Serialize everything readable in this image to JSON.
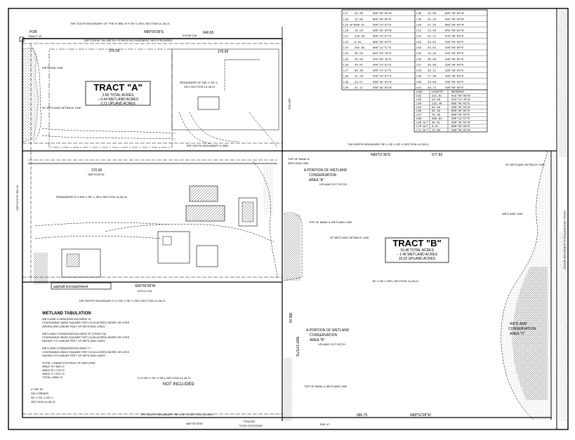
{
  "survey": {
    "tract_a": {
      "title": "TRACT \"A\"",
      "total": "2.65 TOTAL ACRES",
      "wetland": "– 0.44 WETLAND ACRES",
      "upland": "2.21 UPLAND ACRES"
    },
    "tract_b": {
      "title": "TRACT \"B\"",
      "total": "16.48 TOTAL ACRES",
      "wetland": "– 1.46 WETLAND ACRES",
      "upland": "15.02 UPLAND ACRES"
    },
    "labels": {
      "pob": "POB",
      "pob_sub": "TRACT \"A\"",
      "south_boundary_top": "THE SOUTH BOUNDARY OF THE N 396L M ½ SE ¼ SE¼ SECTION 14-28-21",
      "bearing_top": "N89°55'35\"E",
      "dist_top": "646.65",
      "dist_top_oa": "676.65 O/A",
      "dirt_drive": "DIRT DRIVE ON USE BY OTHERS NO EASEMENT INFO PROVIDED",
      "dist_370_top": "370.00",
      "dist_276": "276.65",
      "remainder_nw": "REMAINDER OF NW ¼ SE ¼",
      "remainder_nw2": "SE¼ SECTION 14-28-21",
      "north_boundary_b": "THE NORTH BOUNDARY SE ¼ SE ¼ SE ¼ SECTION 14-28-21",
      "bearing_b": "N89°51'36\"E",
      "dist_b": "677.82",
      "wetland_ca_a_1": "A PORTION OF WETLAND",
      "wetland_ca_a_2": "CONSERVATION",
      "wetland_ca_a_3": "AREA \"A\"",
      "upland_cut_a": "UPLAND CUT DITCH",
      "remainder_sw": "REMAINDER N ½ SW ¼ SE ¼ SE¼ SECTION 14-28-21",
      "dist_370_mid": "370.00",
      "bearing_mid": "S89°51'39\"W",
      "bearing_low": "S89°59'38\"W",
      "dist_low": "676.21 O/A",
      "asphalt_enc": "asphalt encroachment",
      "north_boundary_s": "THE NORTH BOUNDARY S ½ SW ¼ SE ¼ SE¼ SECTION 14-28-21",
      "section_se": "SE ¼ SE ¼ SE¼ SECTION 14-28-21",
      "wetland_ca_b_1": "A PORTION OF WETLAND",
      "wetland_ca_b_2": "CONSERVATION",
      "wetland_ca_b_3": "AREA \"B\"",
      "upland_cut_b": "UPLAND CUT DITCH",
      "s_half": "S ½ SW ¼ SE ¼ SE¼ SECTION 14-28-21",
      "not_included": "NOT INCLUDED",
      "south_boundary_bot": "THE SOUTH BOUNDARY SE ¼ SE ¼ SECTION 14-28-21",
      "bearing_bot": "N89°52'28\"W",
      "dist_bot": "680.75",
      "fenced": "FENCED",
      "cow_crossing": "\"COW CROSSING\"",
      "dist_1381": "1381.47",
      "bearing_bot2": "N89°52'28\"W",
      "sw_corner_1": "4\" 5/8\" IR",
      "sw_corner_2": "SW CORNER",
      "sw_corner_3": "SE ¼ SE ¼ SE ¼",
      "sw_corner_4": "SECTION 14-28-21",
      "wetland_ca_c_1": "WETLAND",
      "wetland_ca_c_2": "CONSERVATION",
      "wetland_ca_c_3": "AREA \"C\"",
      "top_bank_a": "TOP OF BANK &",
      "top_bank_a2": "WETLAND LINE",
      "setback_a": "30' WETLAND SETBACK LINE",
      "wetland_line_a": "WETLAND LINE",
      "dist_388": "388.00",
      "dist_659": "659.41",
      "bearing_east": "N00°54'E",
      "bearing_ctr": "N00°14'57\"E"
    },
    "wetland_tab": {
      "title": "WETLAND TABULATION",
      "lines": [
        "WETLAND CONSERVATION AREA \"A\"",
        "CONTAINING 18806 SQUARE FEET (0.44 ACRES) MORE OR LESS",
        "HAVING 850 LINEAR FEET OF WETLAND LINES",
        "",
        "WETLAND CONSERVATION AREA \"B\" (TRACT B)",
        "CONTAINING 38992 SQUARE FEET (0.85 ACRES) MORE OR LESS",
        "HAVING 770 LINEAR FEET OF WETLAND LINES",
        "",
        "WETLAND CONSERVATION AREA \"C\"",
        "CONTAINING 26610 SQUARE FEET (0.61 ACRES) MORE OR LESS",
        "HAVING 970 LINEAR FEET OF WETLAND LINES",
        "",
        "TOTAL LINEAR FOOTAGE OF WETLAND",
        "AREA \"A\"=850 LF",
        "AREA \"B\"=770 LF",
        "AREA \"C\"=970 LF",
        "TOTAL=2590 LF"
      ]
    },
    "table1": {
      "rows": [
        [
          "L17",
          "62.00",
          "N90°00'00\"W",
          "L48",
          "42.69",
          "N40°30'00\"W"
        ],
        [
          "L18",
          "12.85",
          "N00°30'00\"E",
          "L49",
          "41.16",
          "N32°00'00\"W"
        ],
        [
          "L19 W/T",
          "280.61",
          "S00°14'57\"E",
          "L50",
          "27.33",
          "N62°00'00\"W"
        ],
        [
          "L20",
          "19.53",
          "S89°45'03\"W",
          "L51",
          "12.03",
          "N45°00'00\"W"
        ],
        [
          "L21",
          "218.20",
          "S00°14'57\"E",
          "L52",
          "22.11",
          "S76°30'00\"E"
        ],
        [
          "L22",
          "8.01",
          "N89°45'03\"E",
          "L53",
          "33.62",
          "S40°00'00\"E"
        ],
        [
          "L23",
          "202.62",
          "N00°14'57\"E",
          "L54",
          "23.52",
          "S30°00'00\"E"
        ],
        [
          "L24",
          "30.04",
          "N44°53'18\"E",
          "L55",
          "13.18",
          "S45°00'00\"E"
        ],
        [
          "L25",
          "45.03",
          "S44°53'18\"E",
          "L56",
          "46.58",
          "S30°00'00\"E"
        ],
        [
          "L26",
          "43.67",
          "S00°14'57\"E",
          "L57",
          "28.58",
          "S30°30'00\"E"
        ],
        [
          "L27",
          "35.30",
          "S00°14'57\"E",
          "L58",
          "33.11",
          "S30°30'00\"E"
        ],
        [
          "L28",
          "21.23",
          "S45°14'57\"E",
          "L59",
          "17.30",
          "S20°30'00\"E"
        ],
        [
          "L29",
          "24.57",
          "S89°45'03\"W",
          "L60",
          "43.68",
          "S30°00'00\"E"
        ],
        [
          "L30",
          "21.17",
          "S89°45'03\"W",
          "L61",
          "29.73",
          "S20°00'00\"E"
        ]
      ]
    },
    "table2": {
      "headers": [
        "LINE",
        "LENGTH",
        "BEARING"
      ],
      "rows": [
        [
          "L62",
          "221.01",
          "N15°00'00\"W"
        ],
        [
          "L63",
          "13.20",
          "S22°11'45\"W"
        ],
        [
          "L64",
          "122.49",
          "N89°45'03\"E"
        ],
        [
          "L65",
          "92.48",
          "S89°45'03\"W"
        ],
        [
          "L66",
          "30.48",
          "N00°30'00\"E"
        ],
        [
          "L67",
          "43.39",
          "N89°45'03\"E"
        ],
        [
          "L68",
          "389.81",
          "S00°14'57\"E"
        ],
        [
          "L69 W/T",
          "60.91",
          "S89°45'03\"W"
        ],
        [
          "L70 W/T",
          "8.97",
          "N90°00'00\"E"
        ],
        [
          "L71 W/T",
          "15.00",
          "S89°45'03\"W"
        ]
      ]
    },
    "right_edge_text": "LEGAL DESCRIPTION & SURVEYOR NOTES"
  }
}
